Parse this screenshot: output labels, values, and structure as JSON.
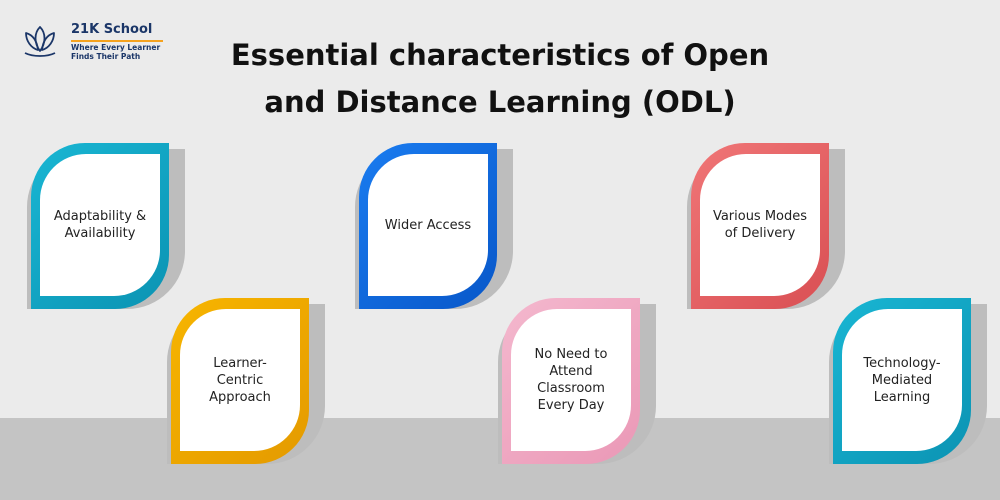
{
  "brand": {
    "name": "21K School",
    "tagline_line1": "Where Every Learner",
    "tagline_line2": "Finds Their Path",
    "logo_icon": "lotus-icon",
    "colors": {
      "navy": "#1b3668",
      "accent": "#f5a21e"
    }
  },
  "title": {
    "line1": "Essential characteristics of Open",
    "line2": "and Distance Learning (ODL)"
  },
  "characteristics": [
    {
      "label": "Adaptability & Availability",
      "color": "#19b6d3",
      "color_dark": "#0b93b3"
    },
    {
      "label": "Learner-Centric Approach",
      "color": "#f7b500",
      "color_dark": "#e49a00"
    },
    {
      "label": "Wider Access",
      "color": "#1a7cf0",
      "color_dark": "#0857c9"
    },
    {
      "label": "No Need to Attend Classroom Every Day",
      "color": "#f4b8ce",
      "color_dark": "#ea98b6"
    },
    {
      "label": "Various Modes of Delivery",
      "color": "#f07677",
      "color_dark": "#d94f53"
    },
    {
      "label": "Technology-Mediated Learning",
      "color": "#19b6d3",
      "color_dark": "#0b93b3"
    }
  ]
}
